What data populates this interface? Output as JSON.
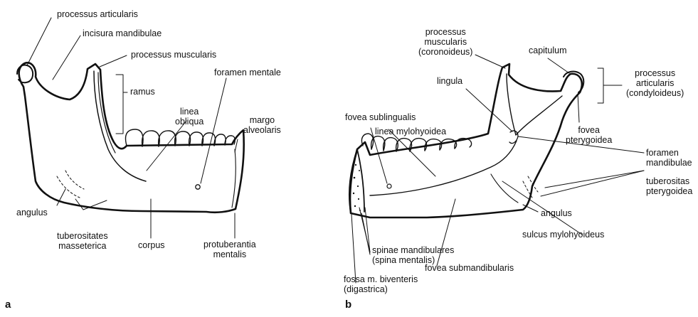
{
  "panels": {
    "a": {
      "letter": "a",
      "labels": {
        "processus_articularis": "processus articularis",
        "incisura_mandibulae": "incisura mandibulae",
        "processus_muscularis": "processus muscularis",
        "ramus": "ramus",
        "foramen_mentale": "foramen mentale",
        "linea_obliqua": "linea\nobliqua",
        "margo_alveolaris": "margo\nalveolaris",
        "angulus": "angulus",
        "tuberositates_masseterica": "tuberositates\nmasseterica",
        "corpus": "corpus",
        "protuberantia_mentalis": "protuberantia\nmentalis"
      }
    },
    "b": {
      "letter": "b",
      "labels": {
        "processus_muscularis": "processus\nmuscularis\n(coronoideus)",
        "capitulum": "capitulum",
        "processus_articularis": "processus\narticularis\n(condyloideus)",
        "lingula": "lingula",
        "fovea_sublingualis": "fovea sublingualis",
        "linea_mylohyoidea": "linea mylohyoidea",
        "fovea_pterygoidea": "fovea\npterygoidea",
        "foramen_mandibulae": "foramen\nmandibulae",
        "tuberositas_pterygoidea": "tuberositas\npterygoidea",
        "angulus": "angulus",
        "sulcus_mylohyoideus": "sulcus mylohyoideus",
        "spinae_mandibulares": "spinae mandibulares\n(spina mentalis)",
        "fovea_submandibularis": "fovea submandibularis",
        "fossa_biventeris": "fossa m. biventeris\n(digastrica)"
      }
    }
  },
  "colors": {
    "ink": "#111111",
    "background": "#ffffff"
  }
}
